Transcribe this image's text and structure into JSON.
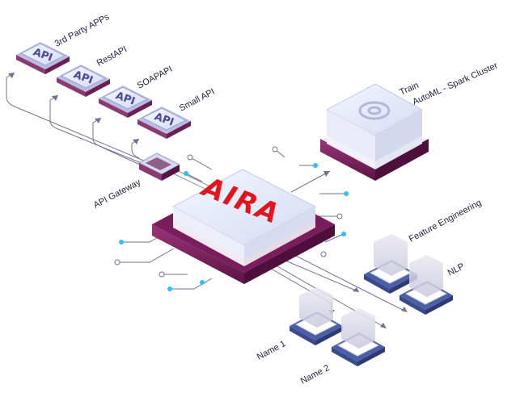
{
  "diagram": {
    "core": {
      "label": "AIRA"
    },
    "api_chips": [
      {
        "chip_text": "API",
        "label": "3rd Party APPs"
      },
      {
        "chip_text": "API",
        "label": "RestAPI"
      },
      {
        "chip_text": "API",
        "label": "SOAPAPI"
      },
      {
        "chip_text": "API",
        "label": "Small API"
      }
    ],
    "gateway": {
      "label": "API Gateway"
    },
    "train_cluster": {
      "line1": "Train",
      "line2": "AutoML - Spark Cluster"
    },
    "modules": [
      {
        "label": "Feature Engineering"
      },
      {
        "label": "NLP"
      },
      {
        "label": "Name 1"
      },
      {
        "label": "Name 2"
      }
    ],
    "colors": {
      "accent": "#7a1d5c",
      "chip_face": "#dfe3f7",
      "module_base": "#4c5fa6",
      "core_text": "#e0161c",
      "node_dot": "#2cc3f0"
    }
  }
}
